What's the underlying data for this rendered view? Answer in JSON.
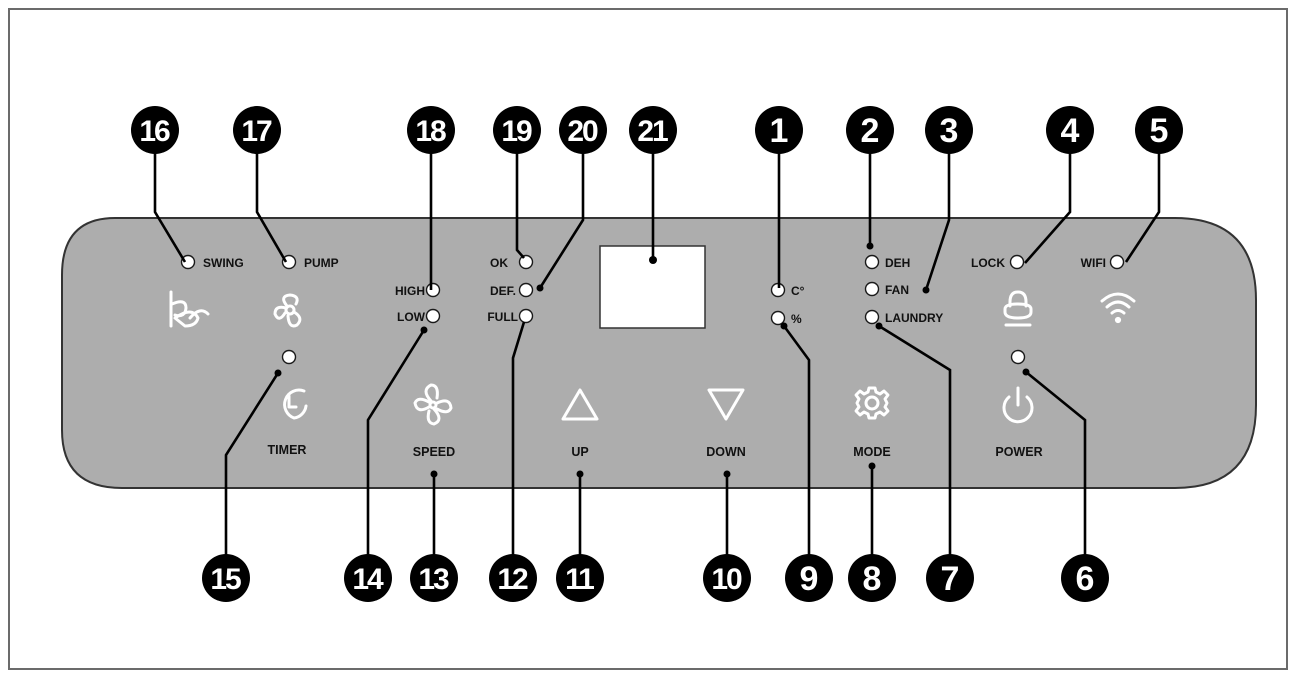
{
  "panel": {
    "display_label_number": "21",
    "indicators": {
      "swing": "SWING",
      "pump": "PUMP",
      "high": "HIGH",
      "low": "LOW",
      "ok": "OK",
      "def": "DEF.",
      "full": "FULL",
      "celsius": "C°",
      "percent": "%",
      "deh": "DEH",
      "fan": "FAN",
      "laundry": "LAUNDRY",
      "lock": "LOCK",
      "wifi": "WIFI"
    },
    "buttons": {
      "timer": "TIMER",
      "speed": "SPEED",
      "up": "UP",
      "down": "DOWN",
      "mode": "MODE",
      "power": "POWER"
    },
    "icons": [
      "swing-icon",
      "pump-icon",
      "timer-icon",
      "fan-speed-icon",
      "up-arrow-icon",
      "down-arrow-icon",
      "mode-gear-icon",
      "power-icon",
      "lock-icon",
      "wifi-icon"
    ]
  },
  "callouts": {
    "c1": "1",
    "c2": "2",
    "c3": "3",
    "c4": "4",
    "c5": "5",
    "c6": "6",
    "c7": "7",
    "c8": "8",
    "c9": "9",
    "c10": "10",
    "c11": "11",
    "c12": "12",
    "c13": "13",
    "c14": "14",
    "c15": "15",
    "c16": "16",
    "c17": "17",
    "c18": "18",
    "c19": "19",
    "c20": "20",
    "c21": "21"
  },
  "colors": {
    "panel": "#adadad",
    "panel_stroke": "#333333",
    "callout": "#000000",
    "icon": "#ffffff"
  }
}
